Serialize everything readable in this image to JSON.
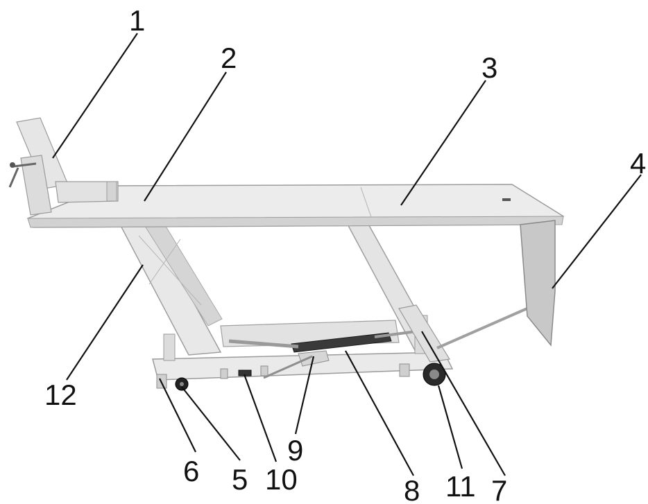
{
  "figure": {
    "type": "labeled-product-photo",
    "colors": {
      "frame": "#e6e6e6",
      "frame_shade": "#cfcfcf",
      "frame_dark": "#a8a8a8",
      "ink": "#111111",
      "dark_part": "#2a2a2a"
    }
  },
  "callouts": [
    {
      "id": "c1",
      "label": "1"
    },
    {
      "id": "c2",
      "label": "2"
    },
    {
      "id": "c3",
      "label": "3"
    },
    {
      "id": "c4",
      "label": "4"
    },
    {
      "id": "c5",
      "label": "5"
    },
    {
      "id": "c6",
      "label": "6"
    },
    {
      "id": "c7",
      "label": "7"
    },
    {
      "id": "c8",
      "label": "8"
    },
    {
      "id": "c9",
      "label": "9"
    },
    {
      "id": "c10",
      "label": "10"
    },
    {
      "id": "c11",
      "label": "11"
    },
    {
      "id": "c12",
      "label": "12"
    }
  ]
}
